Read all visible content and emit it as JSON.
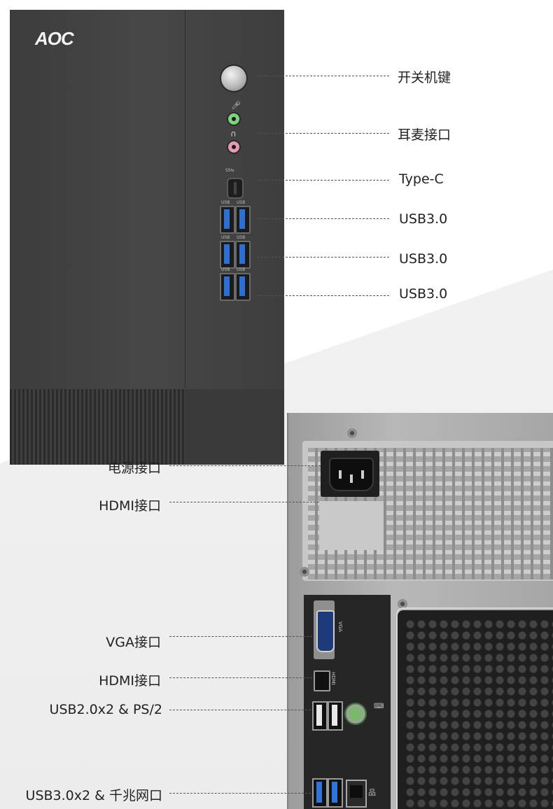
{
  "brand": {
    "logo_text": "AOC"
  },
  "front": {
    "labels": {
      "power": "开关机键",
      "audio": "耳麦接口",
      "typec": "Type-C",
      "usb_row1": "USB3.0",
      "usb_row2": "USB3.0",
      "usb_row3": "USB3.0"
    },
    "port_marks": {
      "superspeed": "SS⇆",
      "usb": "USB"
    }
  },
  "back": {
    "labels": {
      "power_inlet": "电源接口",
      "hdmi_upper": "HDMI接口",
      "vga": "VGA接口",
      "hdmi_lower": "HDMI接口",
      "usb2_ps2": "USB2.0x2 & PS/2",
      "usb3_lan": "USB3.0x2 & 千兆网口"
    },
    "port_marks": {
      "vga": "VGA",
      "hdmi": "HDMI"
    }
  },
  "colors": {
    "front_case": "#444444",
    "back_case": "#b0b0b0",
    "usb3_blue": "#2f74d8",
    "mic_jack": "#7fd27f",
    "headphone_jack": "#e59ab6",
    "ps2_port": "#7bb86e",
    "callout_text": "#222222",
    "callout_line": "#555555"
  },
  "icons": {
    "mic": "microphone-icon",
    "headphone": "headphone-icon",
    "lan": "network-icon",
    "usb": "usb-icon"
  }
}
